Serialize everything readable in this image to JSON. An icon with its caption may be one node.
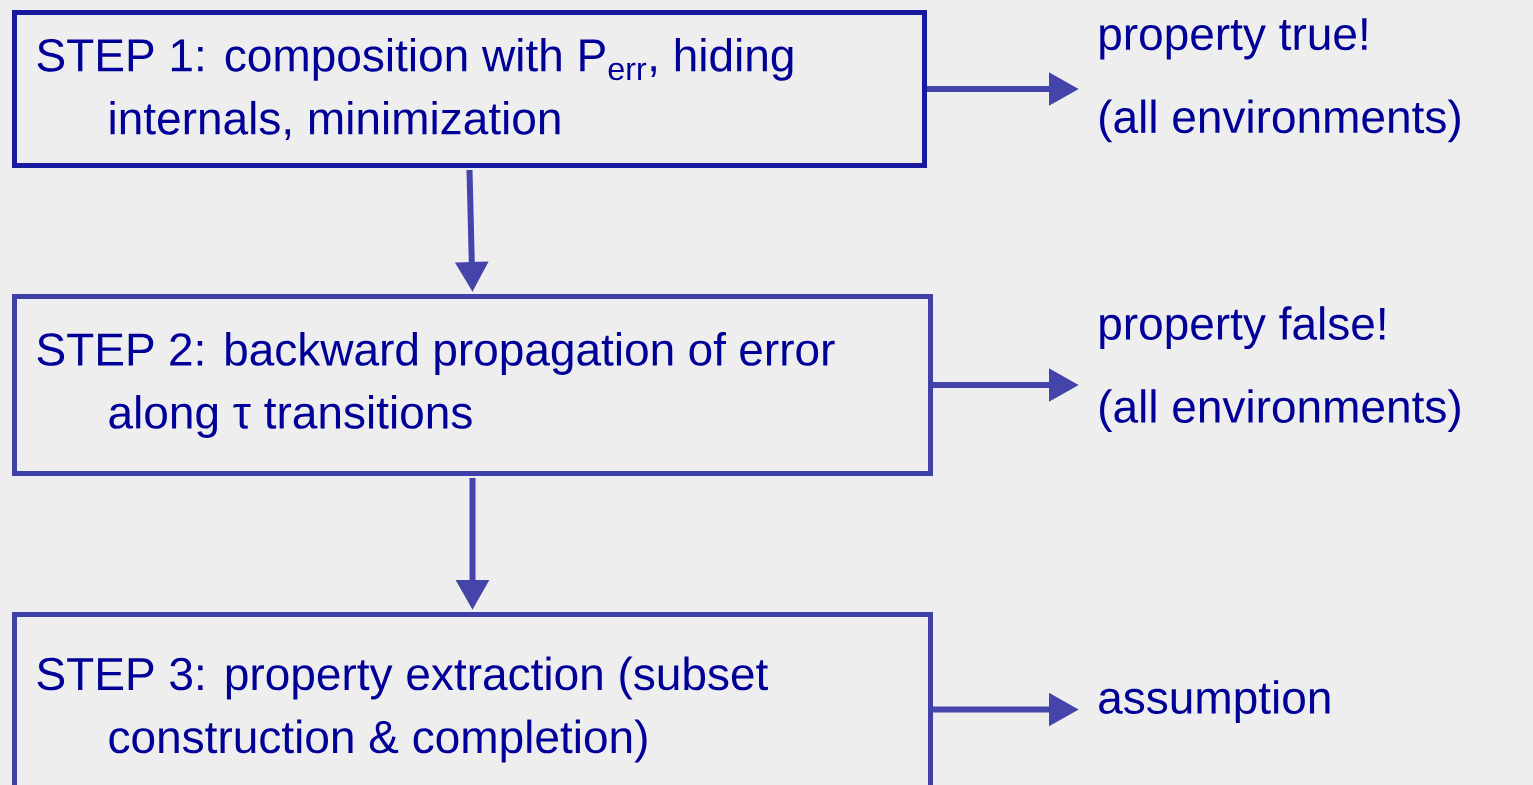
{
  "diagram": {
    "nodes": [
      {
        "text": [
          "STEP 1: composition with P$_{err}$, hiding internals, minimization"
        ]
      },
      {
        "text": [
          "STEP 2: backward propagation of error along τ transitions"
        ]
      },
      {
        "text": [
          "STEP 3: property extraction (subset construction & completion)"
        ]
      },
      {
        "text": [
          "property true!",
          "(all environments)"
        ]
      },
      {
        "text": [
          "property false!",
          "(all environments)"
        ]
      },
      {
        "text": [
          "assumption"
        ]
      }
    ],
    "edges": [
      {
        "from": 0,
        "to": 1,
        "arrow": "to"
      },
      {
        "from": 1,
        "to": 2,
        "arrow": "to"
      },
      {
        "from": 0,
        "to": 3,
        "arrow": "to"
      },
      {
        "from": 1,
        "to": 4,
        "arrow": "to"
      },
      {
        "from": 2,
        "to": 5,
        "arrow": "to"
      }
    ]
  }
}
